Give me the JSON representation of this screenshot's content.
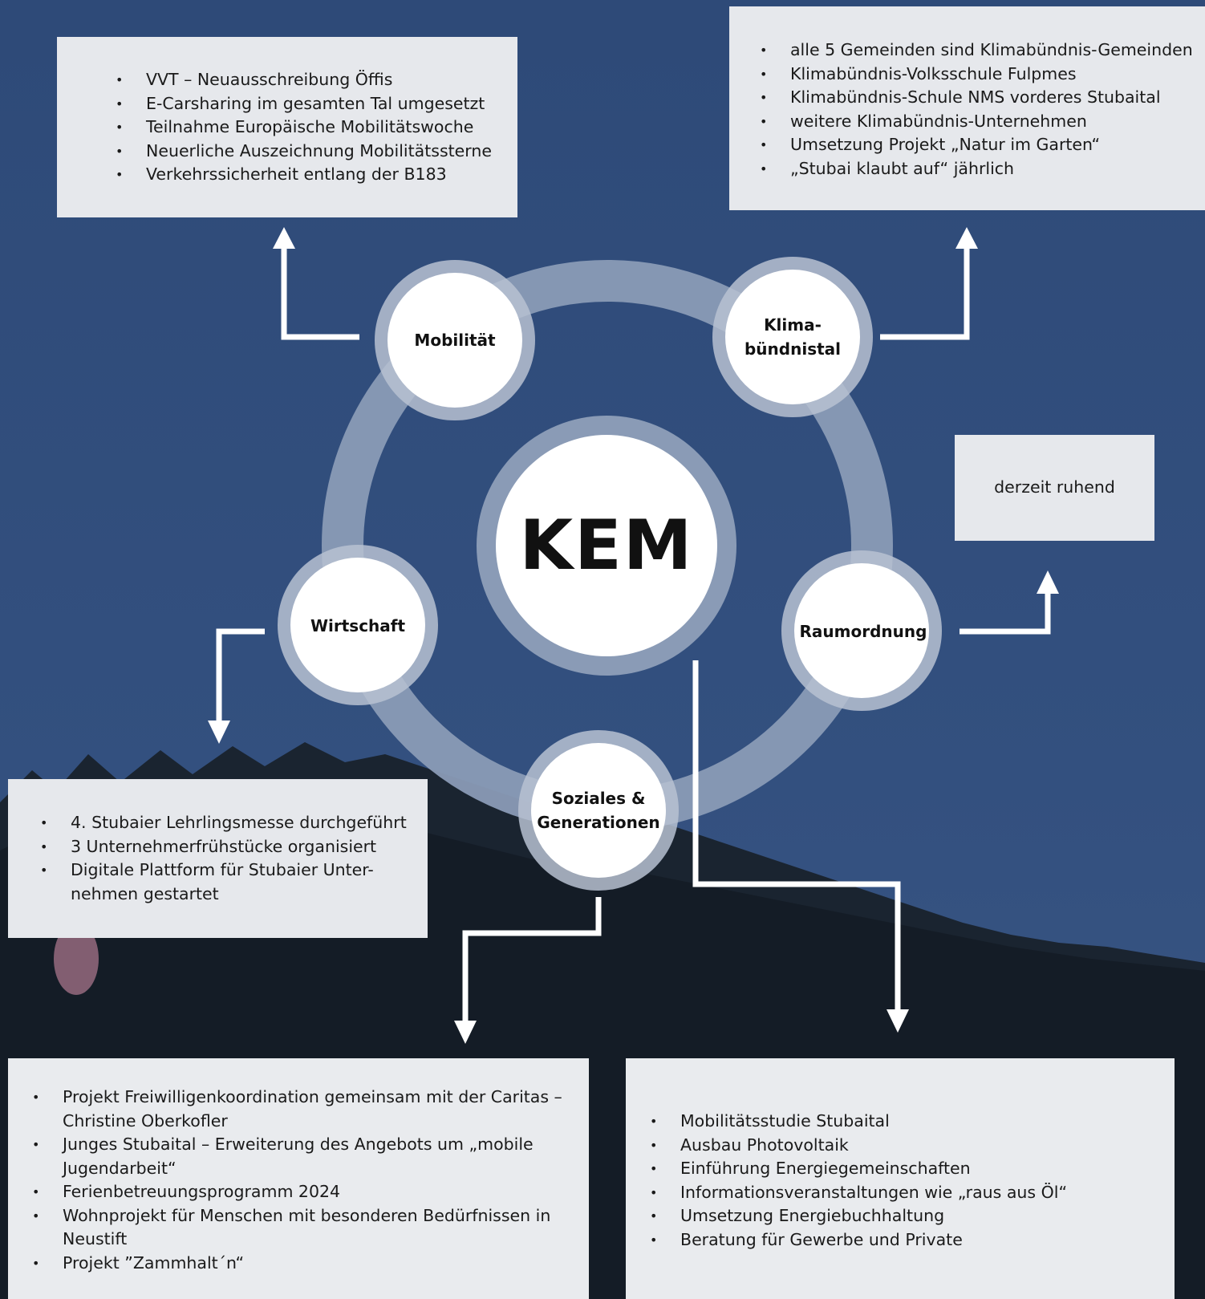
{
  "center": {
    "label": "KEM"
  },
  "nodes": {
    "mobilitaet": "Mobilität",
    "klima_line1": "Klima-",
    "klima_line2": "bündnistal",
    "raumordnung": "Raumordnung",
    "wirtschaft": "Wirtschaft",
    "soziales_line1": "Soziales &",
    "soziales_line2": "Generationen"
  },
  "boxes": {
    "mobilitaet": [
      "VVT – Neuausschreibung Öffis",
      "E-Carsharing im gesamten Tal umgesetzt",
      "Teilnahme Europäische Mobilitätswoche",
      "Neuerliche Auszeichnung Mobilitätssterne",
      "Verkehrssicherheit entlang der B183"
    ],
    "klima": [
      "alle 5 Gemeinden sind Klimabündnis-Gemeinden",
      "Klimabündnis-Volksschule Fulpmes",
      "Klimabündnis-Schule NMS vorderes Stubaital",
      "weitere Klimabündnis-Unternehmen",
      "Umsetzung Projekt „Natur im Garten“",
      "„Stubai klaubt auf“ jährlich"
    ],
    "raumordnung": "derzeit ruhend",
    "wirtschaft": [
      "4. Stubaier Lehrlingsmesse durchgeführt",
      "3 Unternehmerfrühstücke organisiert",
      "Digitale Plattform für Stubaier Unter-nehmen gestartet"
    ],
    "soziales": [
      "Projekt Freiwilligenkoordination gemeinsam mit der Caritas – Christine Oberkofler",
      "Junges Stubaital – Erweiterung des Angebots um „mobile Jugendarbeit“",
      "Ferienbetreuungsprogramm 2024",
      "Wohnprojekt für Menschen mit besonderen Bedürfnissen in Neustift",
      "Projekt ”Zammhalt´n“"
    ],
    "energie": [
      "Mobilitätsstudie Stubaital",
      "Ausbau Photovoltaik",
      "Einführung Energiegemeinschaften",
      "Informationsveranstaltungen wie „raus aus Öl“",
      "Umsetzung Energiebuchhaltung",
      "Beratung für Gewerbe und Private"
    ]
  },
  "colors": {
    "background": "#2f4b78",
    "ring": "#8a9bb6",
    "box": "#e6e8ec",
    "arrow": "#ffffff"
  }
}
